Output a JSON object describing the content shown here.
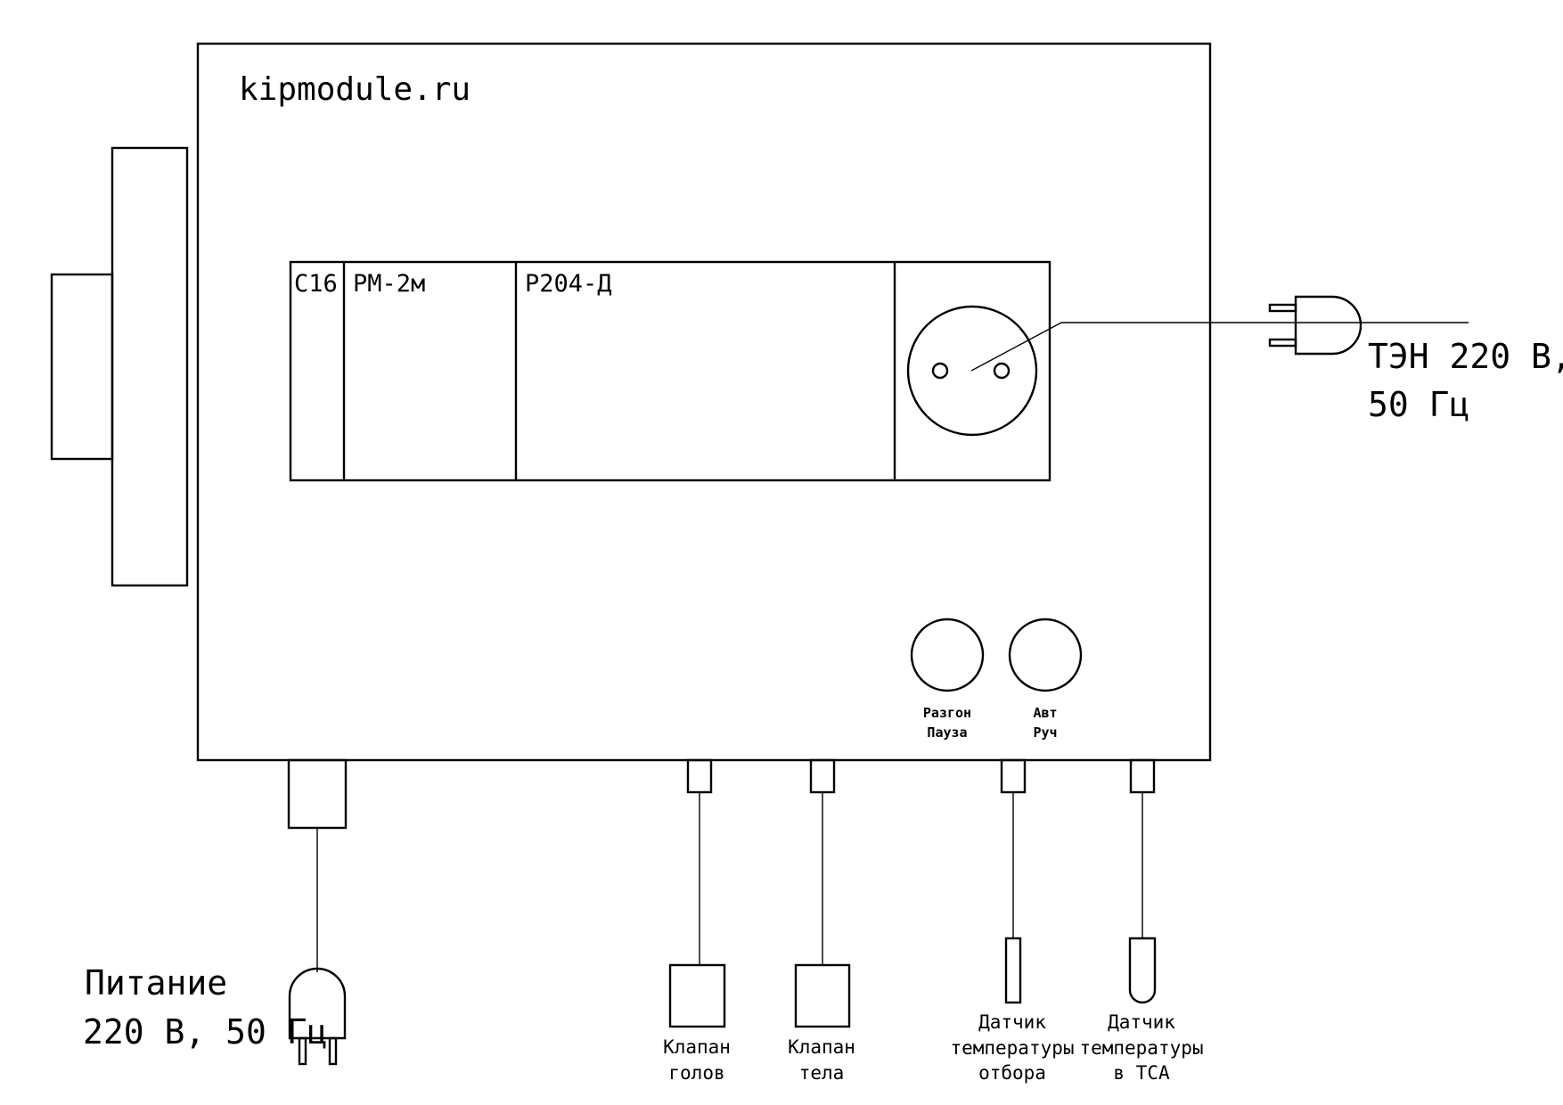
{
  "brand": "kipmodule.ru",
  "modules": {
    "breaker": "С16",
    "power_regulator": "РМ-2м",
    "controller": "Р204-Д"
  },
  "buttons": {
    "left": {
      "line1": "Разгон",
      "line2": "Пауза"
    },
    "right": {
      "line1": "Авт",
      "line2": "Руч"
    }
  },
  "heater": {
    "line1": "ТЭН 220 В,",
    "line2": "50 Гц"
  },
  "power": {
    "line1": "Питание",
    "line2": "220 В, 50 Гц"
  },
  "connectors": [
    {
      "line1": "Клапан",
      "line2": "голов"
    },
    {
      "line1": "Клапан",
      "line2": "тела"
    },
    {
      "line1": "Датчик",
      "line2": "температуры",
      "line3": "отбора"
    },
    {
      "line1": "Датчик",
      "line2": "температуры",
      "line3": "в ТСА"
    }
  ]
}
